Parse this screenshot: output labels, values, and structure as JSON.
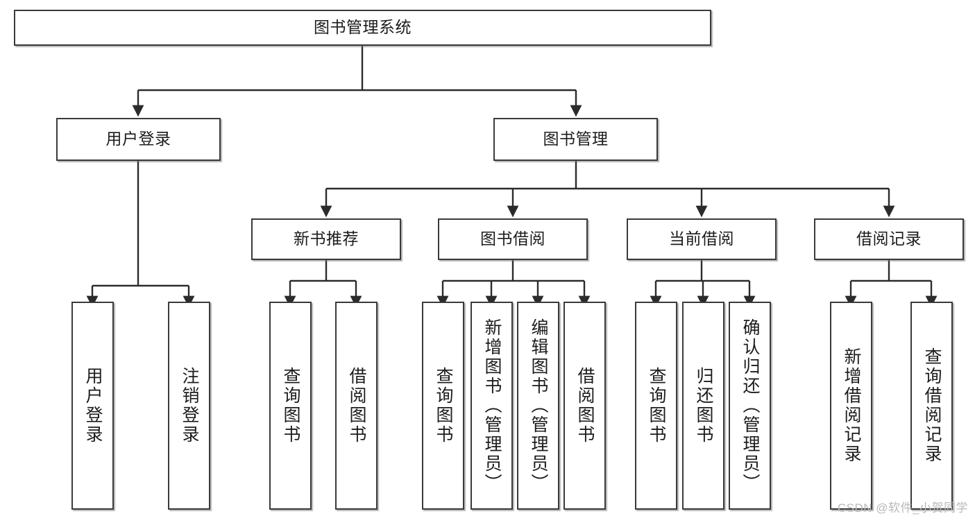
{
  "diagram": {
    "title": "图书管理系统",
    "watermark": "CSDN @软件_小贺同学",
    "colors": {
      "box_border": "#3a3a3a",
      "box_fill": "#ffffff",
      "edge": "#2b2b2b",
      "text": "#1c1c1c",
      "watermark": "#b9b9b9"
    },
    "nodes": {
      "root": {
        "label": "图书管理系统",
        "level": 0,
        "orientation": "horizontal"
      },
      "user_login": {
        "label": "用户登录",
        "level": 1,
        "orientation": "horizontal"
      },
      "book_manage": {
        "label": "图书管理",
        "level": 1,
        "orientation": "horizontal"
      },
      "new_book_rec": {
        "label": "新书推荐",
        "level": 2,
        "orientation": "horizontal"
      },
      "book_borrow": {
        "label": "图书借阅",
        "level": 2,
        "orientation": "horizontal"
      },
      "current_borrow": {
        "label": "当前借阅",
        "level": 2,
        "orientation": "horizontal"
      },
      "borrow_record": {
        "label": "借阅记录",
        "level": 2,
        "orientation": "horizontal"
      },
      "leaf_user_login": {
        "label": "用户登录",
        "level": 3,
        "orientation": "vertical"
      },
      "leaf_logout": {
        "label": "注销登录",
        "level": 3,
        "orientation": "vertical"
      },
      "leaf_query_book_a": {
        "label": "查询图书",
        "level": 3,
        "orientation": "vertical"
      },
      "leaf_borrow_book_a": {
        "label": "借阅图书",
        "level": 3,
        "orientation": "vertical"
      },
      "leaf_query_book_b": {
        "label": "查询图书",
        "level": 3,
        "orientation": "vertical"
      },
      "leaf_add_book": {
        "label": "新增图书（管理员）",
        "level": 3,
        "orientation": "vertical"
      },
      "leaf_edit_book": {
        "label": "编辑图书（管理员）",
        "level": 3,
        "orientation": "vertical"
      },
      "leaf_borrow_book_b": {
        "label": "借阅图书",
        "level": 3,
        "orientation": "vertical"
      },
      "leaf_query_book_c": {
        "label": "查询图书",
        "level": 3,
        "orientation": "vertical"
      },
      "leaf_return_book": {
        "label": "归还图书",
        "level": 3,
        "orientation": "vertical"
      },
      "leaf_confirm_return": {
        "label": "确认归还（管理员）",
        "level": 3,
        "orientation": "vertical"
      },
      "leaf_add_record": {
        "label": "新增借阅记录",
        "level": 3,
        "orientation": "vertical"
      },
      "leaf_query_record": {
        "label": "查询借阅记录",
        "level": 3,
        "orientation": "vertical"
      }
    },
    "hierarchy": {
      "图书管理系统": [
        "用户登录",
        "图书管理"
      ],
      "用户登录": [
        "用户登录",
        "注销登录"
      ],
      "图书管理": [
        "新书推荐",
        "图书借阅",
        "当前借阅",
        "借阅记录"
      ],
      "新书推荐": [
        "查询图书",
        "借阅图书"
      ],
      "图书借阅": [
        "查询图书",
        "新增图书（管理员）",
        "编辑图书（管理员）",
        "借阅图书"
      ],
      "当前借阅": [
        "查询图书",
        "归还图书",
        "确认归还（管理员）"
      ],
      "借阅记录": [
        "新增借阅记录",
        "查询借阅记录"
      ]
    }
  }
}
